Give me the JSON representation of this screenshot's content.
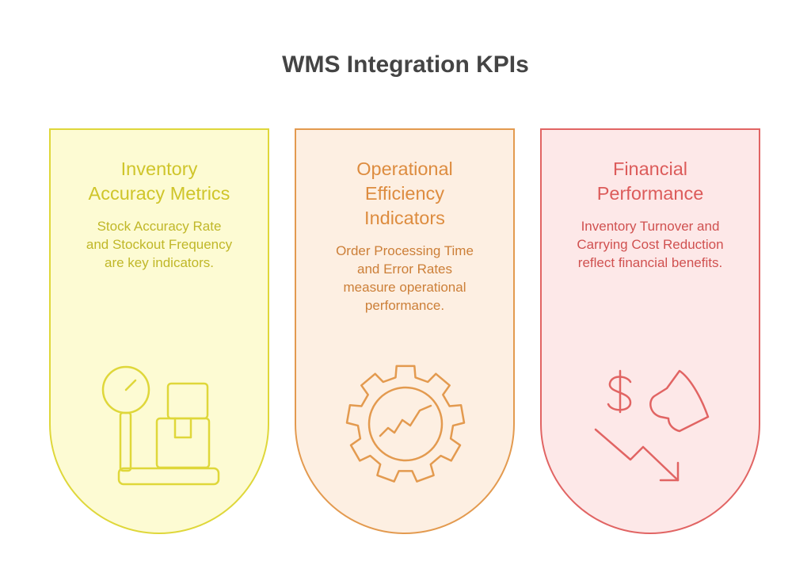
{
  "title": "WMS Integration KPIs",
  "colors": {
    "inventory": "#dfd73a",
    "operational": "#e39a4f",
    "financial": "#e16463"
  },
  "cards": [
    {
      "heading_lines": [
        "Inventory",
        "Accuracy Metrics"
      ],
      "body_lines": [
        "Stock Accuracy Rate",
        "and Stockout Frequency",
        "are key indicators."
      ],
      "icon": "scale-with-boxes-icon"
    },
    {
      "heading_lines": [
        "Operational",
        "Efficiency",
        "Indicators"
      ],
      "body_lines": [
        "Order Processing Time",
        "and Error Rates",
        "measure operational",
        "performance."
      ],
      "icon": "gear-with-trend-icon"
    },
    {
      "heading_lines": [
        "Financial",
        "Performance"
      ],
      "body_lines": [
        "Inventory Turnover and",
        "Carrying Cost Reduction",
        "reflect financial benefits."
      ],
      "icon": "dollar-down-trend-icon"
    }
  ]
}
